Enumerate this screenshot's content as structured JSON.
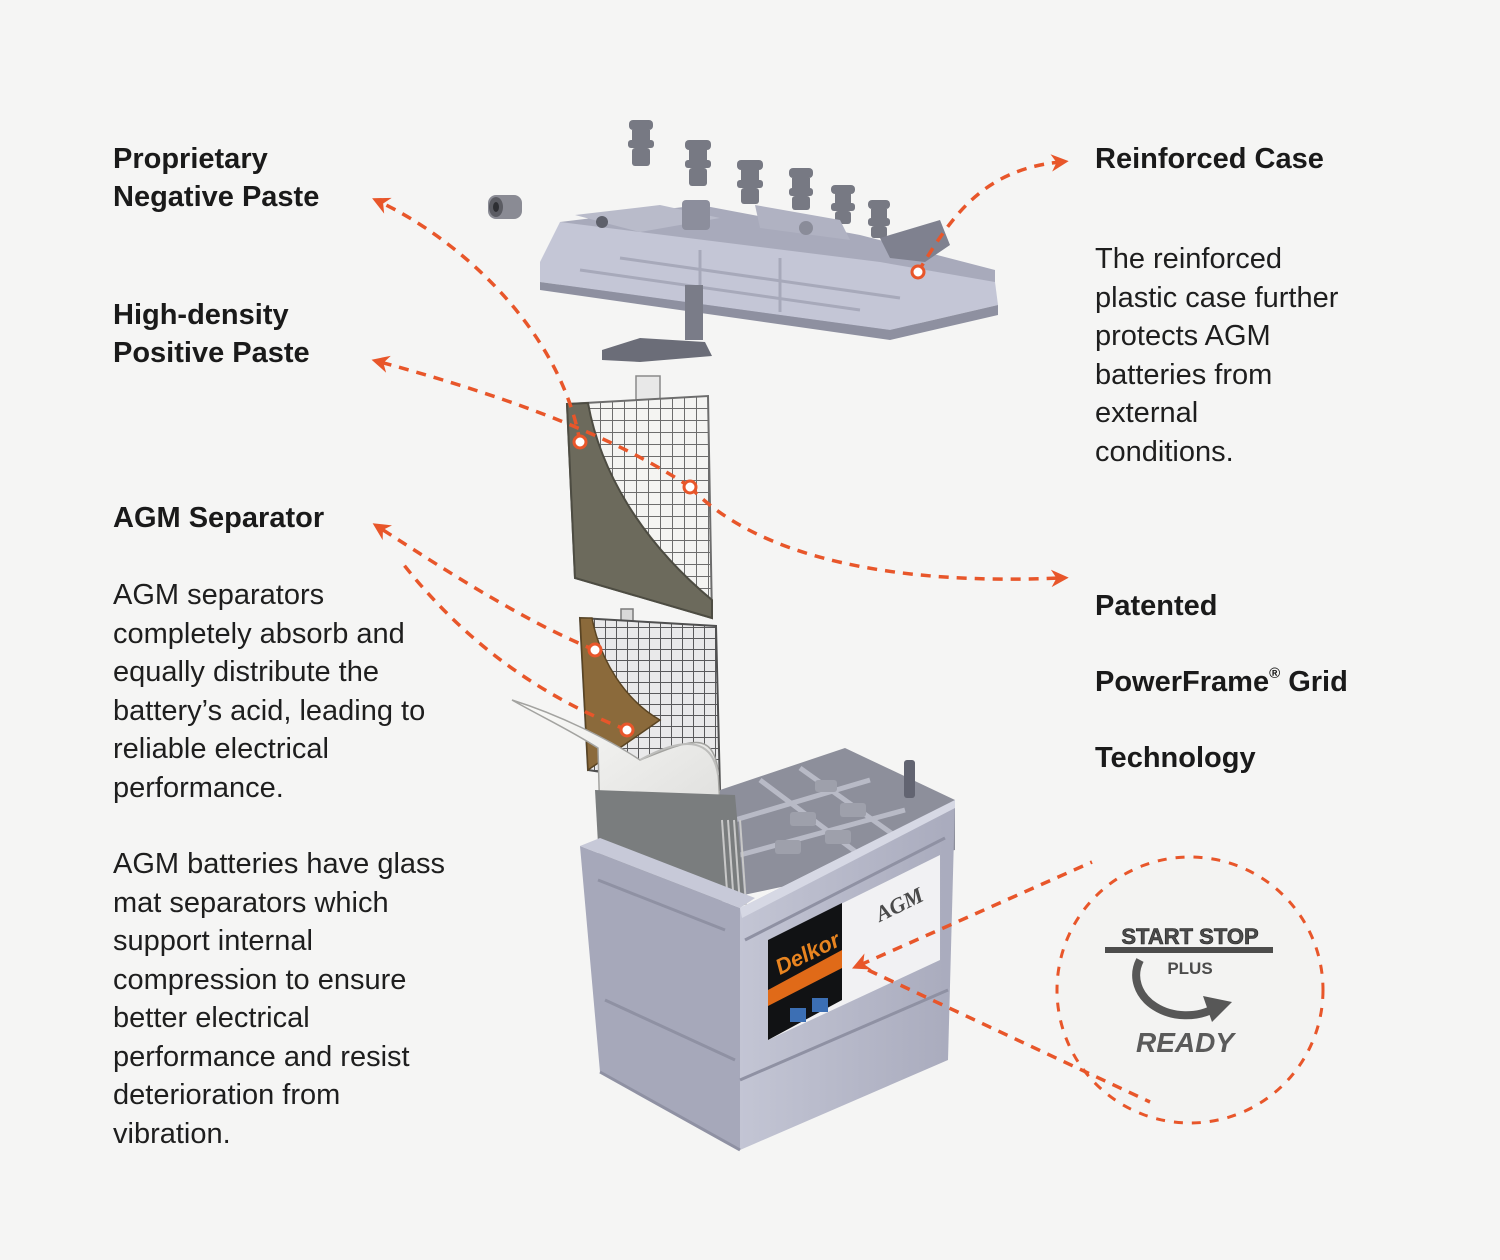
{
  "colors": {
    "accent": "#e8562a",
    "text": "#1a1a1a",
    "background": "#f5f5f4",
    "battery_grey": "#b4b6c7",
    "plate_dark": "#6c6a5c",
    "label_orange": "#e06a18"
  },
  "callouts": {
    "negative_paste": {
      "title": "Proprietary\nNegative Paste"
    },
    "positive_paste": {
      "title": "High-density\nPositive Paste"
    },
    "agm_separator": {
      "title": "AGM Separator",
      "body_1": "AGM separators\ncompletely absorb and\nequally distribute the\nbattery’s acid, leading to\nreliable electrical\nperformance.",
      "body_2": "AGM batteries have glass\nmat separators which\nsupport internal\ncompression to ensure\nbetter electrical\nperformance and resist\ndeterioration from\nvibration."
    },
    "reinforced_case": {
      "title": "Reinforced Case",
      "body": "The reinforced\nplastic case further\nprotects AGM\nbatteries from\nexternal\nconditions."
    },
    "powerframe": {
      "title_line1": "Patented",
      "title_line2_a": "PowerFrame",
      "title_line2_sup": "®",
      "title_line2_b": " Grid",
      "title_line3": "Technology"
    }
  },
  "badge": {
    "line1": "START STOP",
    "line2": "PLUS",
    "line3": "READY"
  },
  "battery_label": {
    "brand": "Delkor",
    "type": "AGM"
  }
}
